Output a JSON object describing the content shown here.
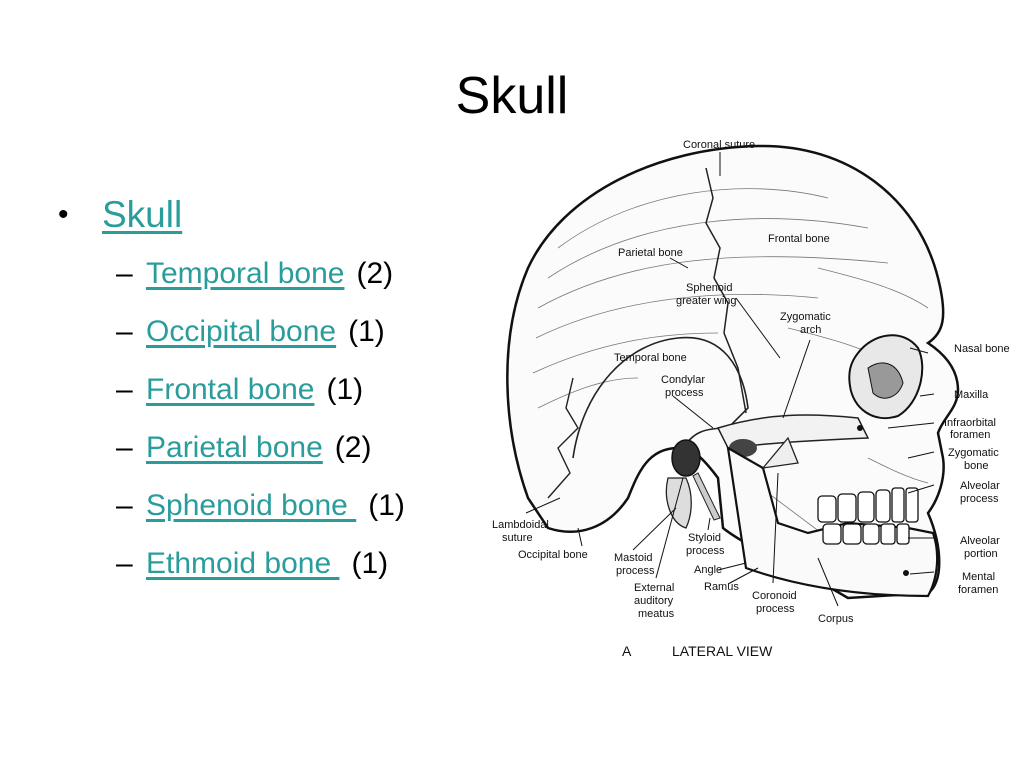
{
  "slide": {
    "title": "Skull",
    "bullet": {
      "text": "Skull"
    },
    "subitems": [
      {
        "dash": "–",
        "link": "Temporal bone",
        "count": "(2)"
      },
      {
        "dash": "–",
        "link": "Occipital bone",
        "count": "(1)"
      },
      {
        "dash": "–",
        "link": "Frontal bone",
        "count": "(1)"
      },
      {
        "dash": "–",
        "link": "Parietal bone",
        "count": "(2)"
      },
      {
        "dash": "–",
        "link": "Sphenoid bone ",
        "count": "(1)"
      },
      {
        "dash": "–",
        "link": "Ethmoid bone ",
        "count": "(1)"
      }
    ]
  },
  "figure": {
    "labels": {
      "coronal_suture": "Coronal suture",
      "parietal_bone": "Parietal bone",
      "frontal_bone": "Frontal bone",
      "sphenoid": "Sphenoid",
      "greater_wing": "greater wing",
      "zygomatic": "Zygomatic",
      "arch": "arch",
      "temporal_bone": "Temporal bone",
      "nasal_bone": "Nasal bone",
      "condylar": "Condylar",
      "process": "process",
      "maxilla": "Maxilla",
      "infraorbital": "Infraorbital",
      "foramen": "foramen",
      "zygomatic_bone_1": "Zygomatic",
      "zygomatic_bone_2": "bone",
      "alveolar_process_1": "Alveolar",
      "alveolar_process_2": "process",
      "lambdoidal": "Lambdoidal",
      "suture": "suture",
      "occipital_bone": "Occipital bone",
      "mastoid": "Mastoid",
      "mastoid_process": "process",
      "styloid": "Styloid",
      "styloid_process": "process",
      "alveolar_portion_1": "Alveolar",
      "alveolar_portion_2": "portion",
      "angle": "Angle",
      "mental": "Mental",
      "mental_foramen": "foramen",
      "external": "External",
      "auditory": "auditory",
      "meatus": "meatus",
      "ramus": "Ramus",
      "coronoid": "Coronoid",
      "coronoid_process": "process",
      "corpus": "Corpus"
    },
    "caption_letter": "A",
    "caption": "LATERAL VIEW"
  }
}
